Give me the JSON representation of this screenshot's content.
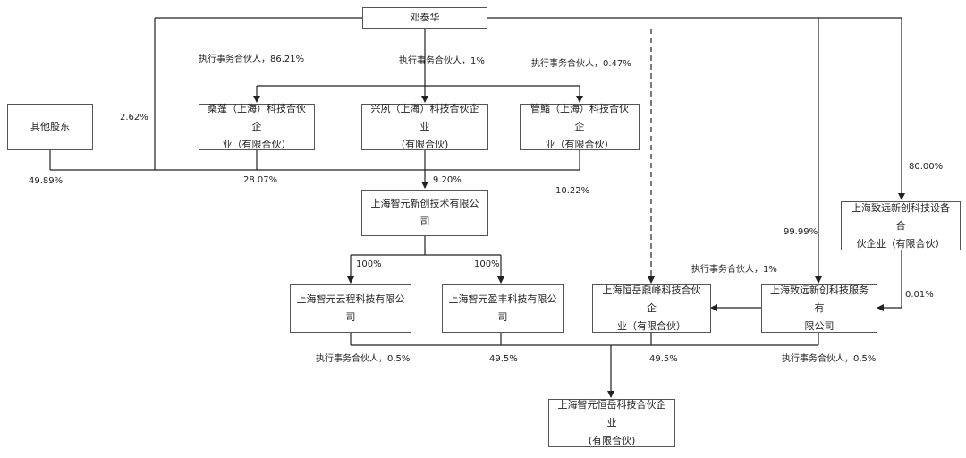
{
  "nodes": {
    "zheng": "邓泰华",
    "others": "其他股东",
    "sangpeng": "桑蓬（上海）科技合伙企\n业（有限合伙）",
    "xingfeng": "兴夙（上海）科技合伙企业\n(有限合伙)",
    "guanyu": "管鮨（上海）科技合伙企\n业（有限合伙）",
    "zhiyuan": "上海智元新创技术有限公司",
    "yuncheng": "上海智元云程科技有限公\n司",
    "yingfeng": "上海智元盈丰科技有限公\n司",
    "huanyue": "上海恒岳鼎峰科技合伙企\n业（有限合伙）",
    "zhiyuan_fuwu": "上海致远新创科技服务有\n限公司",
    "zhiyuan_shebei": "上海致远新创科技设备合\n伙企业（有限合伙）",
    "final": "上海智元恒岳科技合伙企业\n(有限合伙)"
  },
  "labels": {
    "l_8621": "执行事务合伙人，86.21%",
    "l_1": "执行事务合伙人，1%",
    "l_047": "执行事务合伙人，0.47%",
    "l_262": "2.62%",
    "l_4989": "49.89%",
    "l_2807": "28.07%",
    "l_920": "9.20%",
    "l_1022": "10.22%",
    "l_8000": "80.00%",
    "l_9999": "99.99%",
    "l_100a": "100%",
    "l_100b": "100%",
    "l_exec1": "执行事务合伙人，1%",
    "l_001": "0.01%",
    "l_exec05a": "执行事务合伙人，0.5%",
    "l_495a": "49.5%",
    "l_495b": "49.5%",
    "l_exec05b": "执行事务合伙人，0.5%"
  }
}
